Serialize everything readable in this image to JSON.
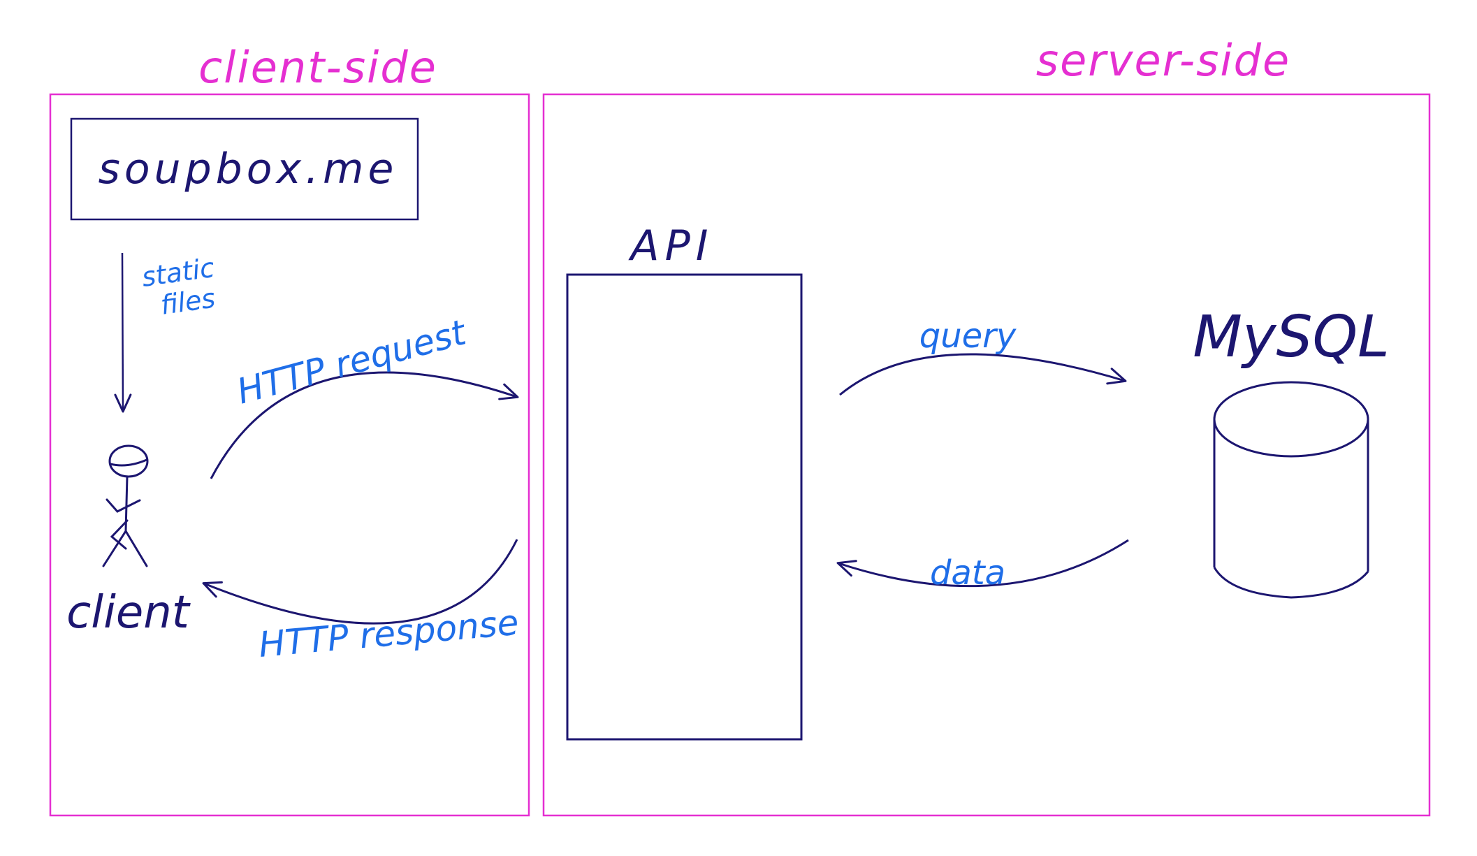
{
  "colors": {
    "region_border": "#e52fd1",
    "region_label": "#e52fd1",
    "ink": "#1c1670",
    "annotation": "#1f6ee8",
    "background": "#ffffff"
  },
  "regions": {
    "client": {
      "label": "client-side"
    },
    "server": {
      "label": "server-side"
    }
  },
  "website": {
    "label": "soupbox.me"
  },
  "static_files": {
    "line1": "static",
    "line2": "files"
  },
  "client_actor": {
    "label": "client",
    "icon": "stick-figure-icon"
  },
  "api": {
    "label": "API"
  },
  "database": {
    "label": "MySQL",
    "icon": "database-cylinder-icon"
  },
  "arrows": {
    "http_request": "HTTP request",
    "http_response": "HTTP response",
    "query": "query",
    "data": "data"
  }
}
